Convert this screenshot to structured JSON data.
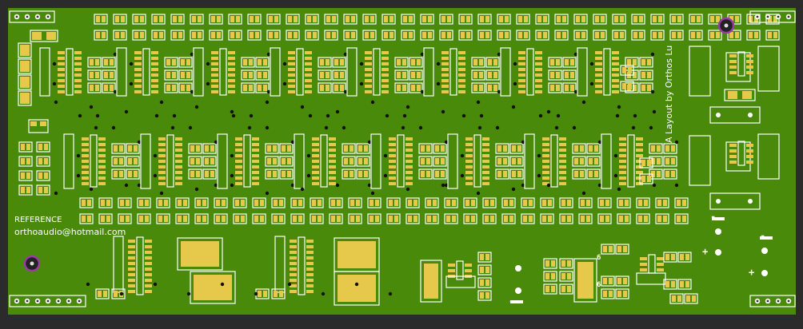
{
  "colors": {
    "background": "#2b2b2b",
    "board": "#4a8a0a",
    "pad": "#e6c84a",
    "silkscreen": "#ffffff",
    "via": "#111111",
    "mounting_ring": "#9a3aa8"
  },
  "silkscreen": {
    "reference": "REFERENCE",
    "email": "orthoaudio@hotmail.com",
    "layout_credit": "A Layout by Orthos Lu",
    "plus": "+",
    "minus": "-",
    "mark_6": "6"
  },
  "icons": {
    "mounting_hole": "mounting-hole-icon",
    "via": "via-icon"
  }
}
